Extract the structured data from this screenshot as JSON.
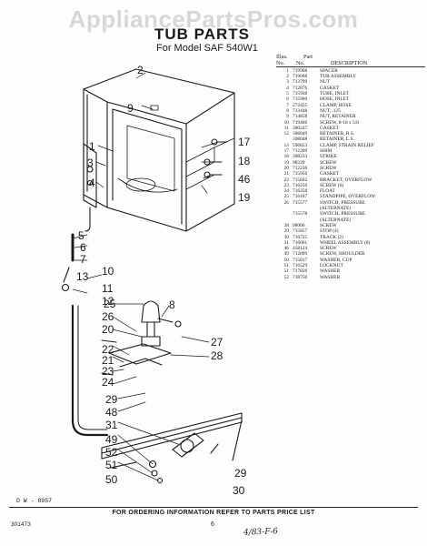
{
  "header": {
    "watermark": "AppliancePartsPros.com",
    "title": "TUB PARTS",
    "subtitle": "For Model SAF 540W1"
  },
  "parts_table": {
    "head_line1": [
      "Illus.",
      "Part",
      ""
    ],
    "head_line2": [
      "No.",
      "No.",
      "DESCRIPTION"
    ],
    "rows": [
      {
        "no": "1",
        "part": "719968",
        "desc": "SPACER"
      },
      {
        "no": "2",
        "part": "719068",
        "desc": "TUB ASSEMBLY"
      },
      {
        "no": "3",
        "part": "713799",
        "desc": "NUT"
      },
      {
        "no": "4",
        "part": "712876",
        "desc": "GASKET"
      },
      {
        "no": "5",
        "part": "715938",
        "desc": "TUBE, INLET"
      },
      {
        "no": "6",
        "part": "715960",
        "desc": "HOSE, INLET"
      },
      {
        "no": "7",
        "part": "272455",
        "desc": "CLAMP, HOSE"
      },
      {
        "no": "8",
        "part": "713448",
        "desc": "NUT, .125"
      },
      {
        "no": "9",
        "part": "714858",
        "desc": "NUT, RETAINER"
      },
      {
        "no": "10",
        "part": "719466",
        "desc": "SCREW, 8-18 x 5/8"
      },
      {
        "no": "11",
        "part": "300247",
        "desc": "GASKET"
      },
      {
        "no": "12",
        "part": "308049",
        "desc": "RETAINER, R.S."
      },
      {
        "no": "",
        "part": "308048",
        "desc": "RETAINER, L.S."
      },
      {
        "no": "13",
        "part": "596853",
        "desc": "CLAMP, STRAIN RELIEF"
      },
      {
        "no": "17",
        "part": "712309",
        "desc": "SHIM"
      },
      {
        "no": "18",
        "part": "308233",
        "desc": "STRIKE"
      },
      {
        "no": "19",
        "part": "98339",
        "desc": "SCREW"
      },
      {
        "no": "20",
        "part": "712236",
        "desc": "SCREW"
      },
      {
        "no": "21",
        "part": "715956",
        "desc": "GASKET"
      },
      {
        "no": "22",
        "part": "715842",
        "desc": "BRACKET, OVERFLOW"
      },
      {
        "no": "23",
        "part": "716250",
        "desc": "SCREW (6)"
      },
      {
        "no": "24",
        "part": "716258",
        "desc": "FLOAT"
      },
      {
        "no": "25",
        "part": "716167",
        "desc": "STANDPIPE, OVERFLOW"
      },
      {
        "no": "26",
        "part": "715577",
        "desc": "SWITCH, PRESSURE"
      },
      {
        "no": "",
        "part": "",
        "desc": "(ALTERNATE)"
      },
      {
        "no": "",
        "part": "715578",
        "desc": "SWITCH, PRESSURE"
      },
      {
        "no": "",
        "part": "",
        "desc": "(ALTERNATE)"
      },
      {
        "no": "28",
        "part": "98006",
        "desc": "SCREW"
      },
      {
        "no": "29",
        "part": "715857",
        "desc": "STOP (4)"
      },
      {
        "no": "30",
        "part": "716725",
        "desc": "TRACK (2)"
      },
      {
        "no": "31",
        "part": "716061",
        "desc": "WHEEL ASSEMBLY (8)"
      },
      {
        "no": "46",
        "part": "458124",
        "desc": "SCREW"
      },
      {
        "no": "49",
        "part": "712899",
        "desc": "SCREW, SHOULDER"
      },
      {
        "no": "50",
        "part": "715817",
        "desc": "WASHER, CUP"
      },
      {
        "no": "51",
        "part": "716529",
        "desc": "LOCKNUT"
      },
      {
        "no": "51",
        "part": "717826",
        "desc": "WASHER"
      },
      {
        "no": "52",
        "part": "718750",
        "desc": "WASHER"
      }
    ]
  },
  "callouts": {
    "c2": "2",
    "c9": "9",
    "c1": "1",
    "c3": "3",
    "c4": "4",
    "c17": "17",
    "c18": "18",
    "c46": "46",
    "c19": "19",
    "c5": "5",
    "c6": "6",
    "c7": "7",
    "c10": "10",
    "c13": "13",
    "c11": "11",
    "c12": "12",
    "c25": "25",
    "c8": "8",
    "c26": "26",
    "c20": "20",
    "c27": "27",
    "c22": "22",
    "c21": "21",
    "c28": "28",
    "c23": "23",
    "c24": "24",
    "c29a": "29",
    "c48": "48",
    "c31": "31",
    "c49": "49",
    "c52": "52",
    "c51": "51",
    "c50": "50",
    "c29b": "29",
    "c30": "30"
  },
  "footer": {
    "drawing_no": "D W - 8957",
    "note": "FOR ORDERING INFORMATION REFER TO PARTS PRICE LIST",
    "code": "301473",
    "page": "6",
    "handwritten": "4/83-F-6"
  },
  "colors": {
    "ink": "#1a1a1a",
    "paper": "#fdfdfb",
    "watermark": "#787878"
  }
}
